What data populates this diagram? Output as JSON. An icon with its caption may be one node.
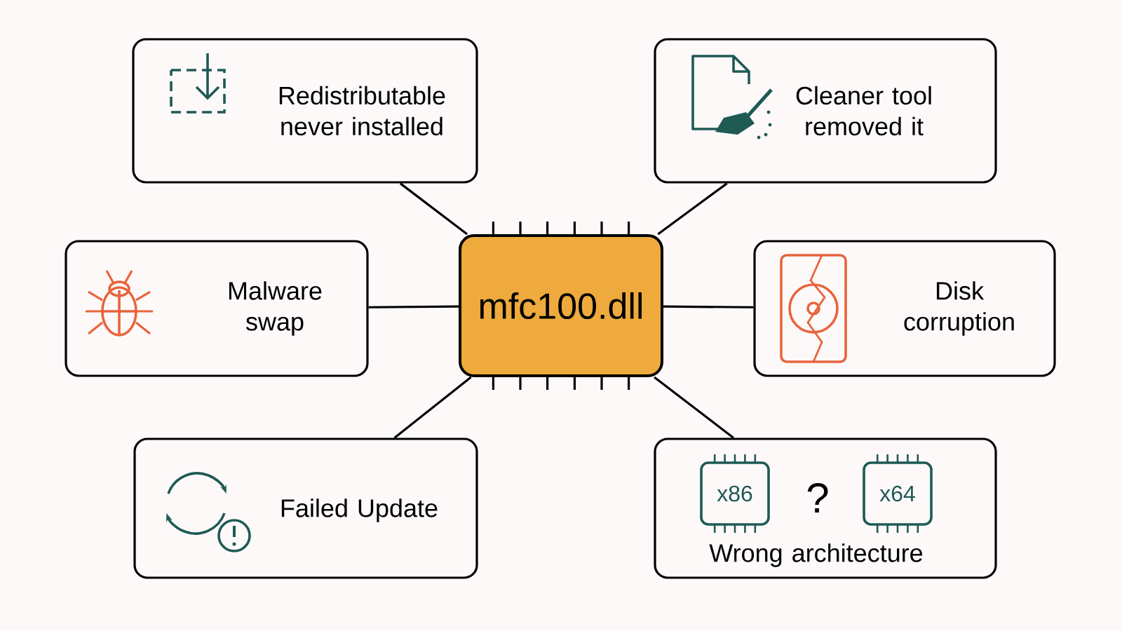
{
  "diagram": {
    "nodes": [
      {
        "text": [
          "mfc100.dll"
        ]
      },
      {
        "text": [
          "Redistributable never installed"
        ]
      },
      {
        "text": [
          "Cleaner tool removed it"
        ]
      },
      {
        "text": [
          "Malware swap"
        ]
      },
      {
        "text": [
          "Disk corruption"
        ]
      },
      {
        "text": [
          "Failed Update"
        ]
      },
      {
        "text": [
          "Wrong architecture"
        ]
      },
      {
        "text": [
          "x86"
        ],
        "in": 6
      },
      {
        "text": [
          "x64"
        ],
        "in": 6
      }
    ],
    "edges": [
      {
        "from": 0,
        "to": 1,
        "arrow": "none"
      },
      {
        "from": 0,
        "to": 2,
        "arrow": "none"
      },
      {
        "from": 0,
        "to": 3,
        "arrow": "none"
      },
      {
        "from": 0,
        "to": 4,
        "arrow": "none"
      },
      {
        "from": 0,
        "to": 5,
        "arrow": "none"
      },
      {
        "from": 0,
        "to": 6,
        "arrow": "none"
      }
    ],
    "labels": [
      "?"
    ]
  }
}
